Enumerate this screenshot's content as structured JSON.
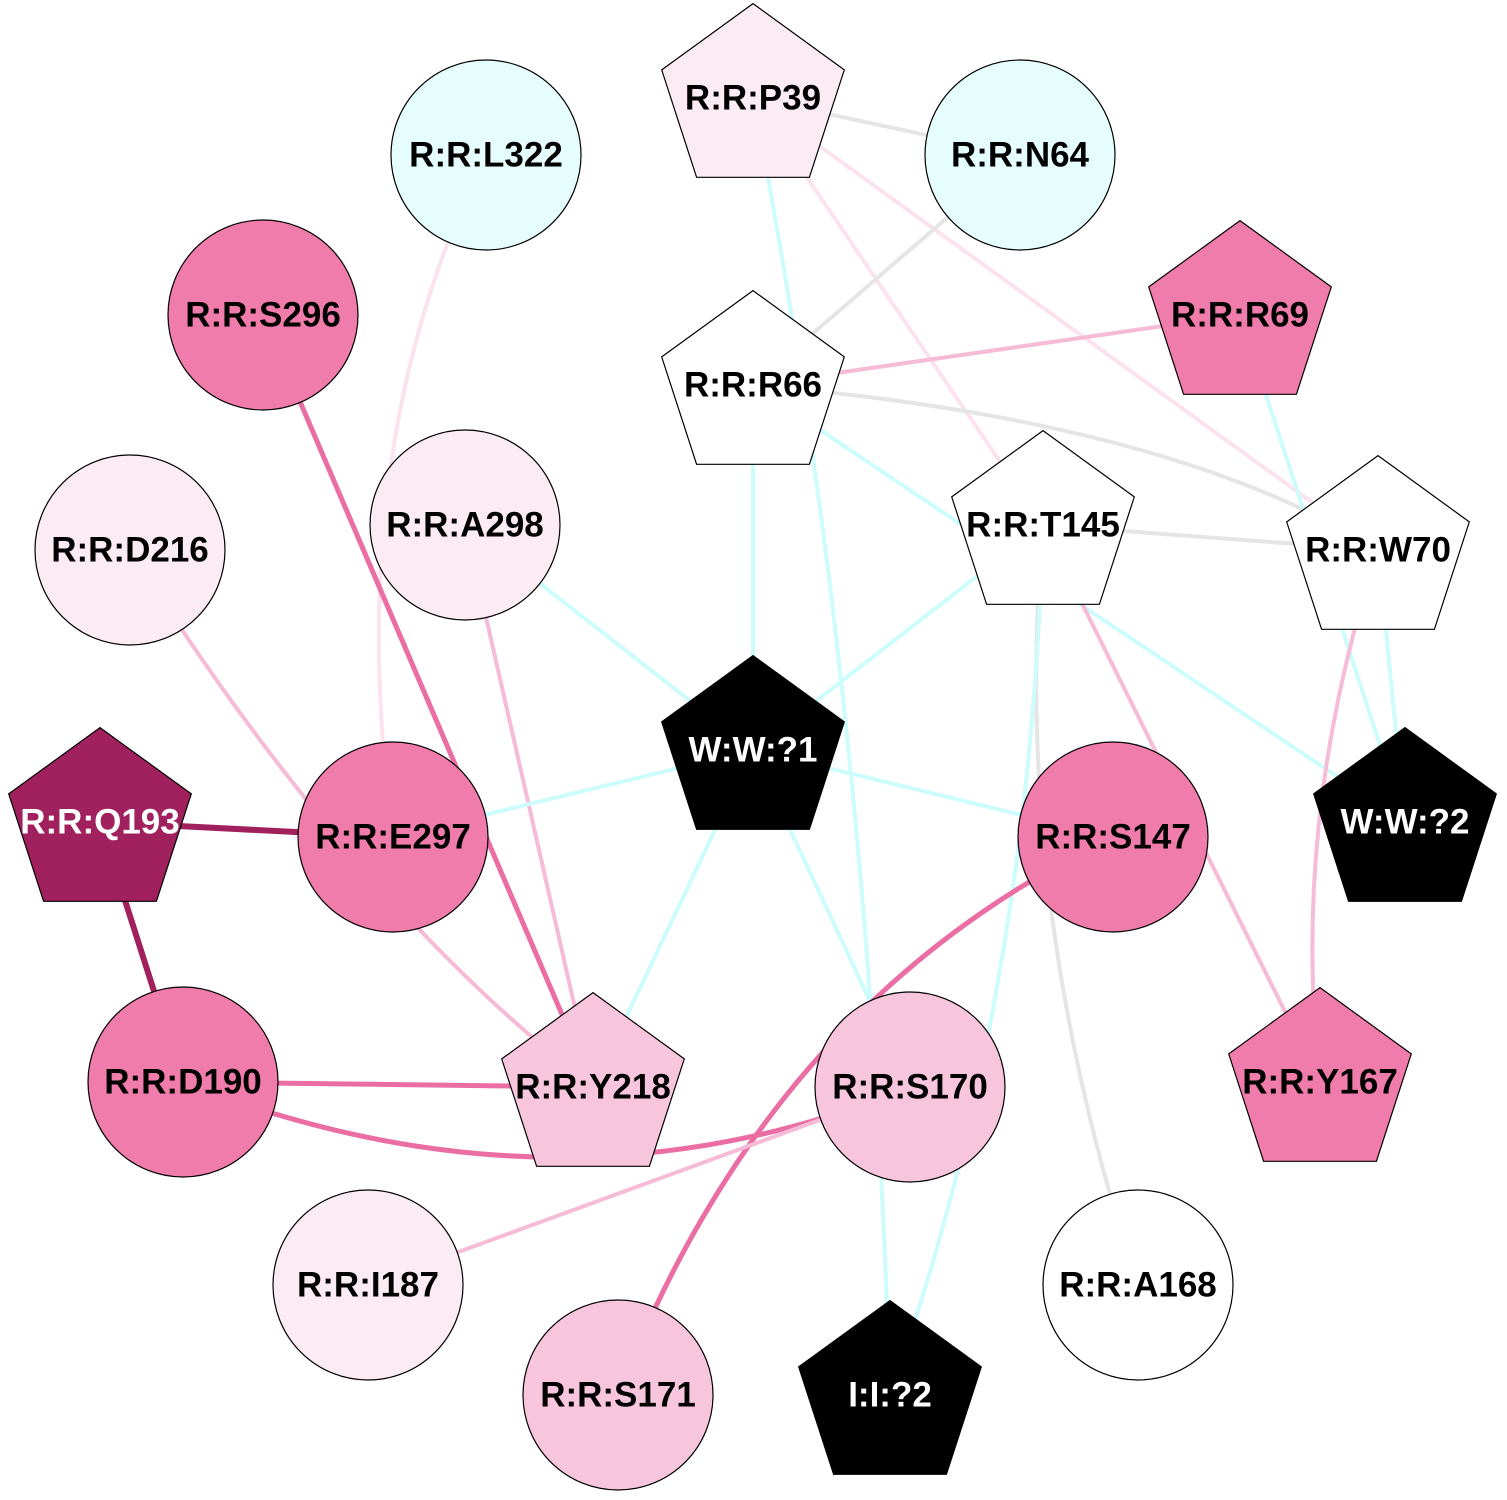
{
  "palette": {
    "white": "#ffffff",
    "cyan_light": "#e6fdfd",
    "pink_pale": "#fbebf3",
    "pink_light": "#f8c6dc",
    "pink_mid": "#f07cab",
    "magenta_dark": "#a0215d",
    "black": "#000000",
    "edge_grey": "#e5e5e5",
    "edge_cyan": "#ccfcfc",
    "edge_pink_pale": "#fbe2ee",
    "edge_pink_light": "#f6bbd6",
    "edge_pink_mid": "#ea6ea4",
    "edge_magenta": "#a0215d"
  },
  "nodes": [
    {
      "id": "P39",
      "label": "R:R:P39",
      "shape": "pentagon",
      "fill": "pink_pale",
      "text": "black"
    },
    {
      "id": "L322",
      "label": "R:R:L322",
      "shape": "circle",
      "fill": "cyan_light",
      "text": "black"
    },
    {
      "id": "N64",
      "label": "R:R:N64",
      "shape": "circle",
      "fill": "cyan_light",
      "text": "black"
    },
    {
      "id": "S296",
      "label": "R:R:S296",
      "shape": "circle",
      "fill": "pink_mid",
      "text": "black"
    },
    {
      "id": "R69",
      "label": "R:R:R69",
      "shape": "pentagon",
      "fill": "pink_mid",
      "text": "black"
    },
    {
      "id": "R66",
      "label": "R:R:R66",
      "shape": "pentagon",
      "fill": "white",
      "text": "black"
    },
    {
      "id": "A298",
      "label": "R:R:A298",
      "shape": "circle",
      "fill": "pink_pale",
      "text": "black"
    },
    {
      "id": "D216",
      "label": "R:R:D216",
      "shape": "circle",
      "fill": "pink_pale",
      "text": "black"
    },
    {
      "id": "T145",
      "label": "R:R:T145",
      "shape": "pentagon",
      "fill": "white",
      "text": "black"
    },
    {
      "id": "W70",
      "label": "R:R:W70",
      "shape": "pentagon",
      "fill": "white",
      "text": "black"
    },
    {
      "id": "W1",
      "label": "W:W:?1",
      "shape": "pentagon",
      "fill": "black",
      "text": "white"
    },
    {
      "id": "Q193",
      "label": "R:R:Q193",
      "shape": "pentagon",
      "fill": "magenta_dark",
      "text": "white"
    },
    {
      "id": "E297",
      "label": "R:R:E297",
      "shape": "circle",
      "fill": "pink_mid",
      "text": "black"
    },
    {
      "id": "S147",
      "label": "R:R:S147",
      "shape": "circle",
      "fill": "pink_mid",
      "text": "black"
    },
    {
      "id": "W2",
      "label": "W:W:?2",
      "shape": "pentagon",
      "fill": "black",
      "text": "white"
    },
    {
      "id": "D190",
      "label": "R:R:D190",
      "shape": "circle",
      "fill": "pink_mid",
      "text": "black"
    },
    {
      "id": "Y218",
      "label": "R:R:Y218",
      "shape": "pentagon",
      "fill": "pink_light",
      "text": "black"
    },
    {
      "id": "S170",
      "label": "R:R:S170",
      "shape": "circle",
      "fill": "pink_light",
      "text": "black"
    },
    {
      "id": "Y167",
      "label": "R:R:Y167",
      "shape": "pentagon",
      "fill": "pink_mid",
      "text": "black"
    },
    {
      "id": "I187",
      "label": "R:R:I187",
      "shape": "circle",
      "fill": "pink_pale",
      "text": "black"
    },
    {
      "id": "S171",
      "label": "R:R:S171",
      "shape": "circle",
      "fill": "pink_light",
      "text": "black"
    },
    {
      "id": "I2",
      "label": "I:I:?2",
      "shape": "pentagon",
      "fill": "black",
      "text": "white"
    },
    {
      "id": "A168",
      "label": "R:R:A168",
      "shape": "circle",
      "fill": "white",
      "text": "black"
    }
  ],
  "edges": [
    {
      "source": "P39",
      "target": "N64",
      "color": "edge_grey",
      "weight": "thin"
    },
    {
      "source": "P39",
      "target": "T145",
      "color": "edge_pink_pale",
      "weight": "thin"
    },
    {
      "source": "P39",
      "target": "W70",
      "color": "edge_pink_pale",
      "weight": "thin"
    },
    {
      "source": "P39",
      "target": "I2",
      "color": "edge_cyan",
      "weight": "thin"
    },
    {
      "source": "N64",
      "target": "R66",
      "color": "edge_grey",
      "weight": "thin"
    },
    {
      "source": "R66",
      "target": "R69",
      "color": "edge_pink_light",
      "weight": "thin"
    },
    {
      "source": "R66",
      "target": "W70",
      "color": "edge_grey",
      "weight": "thin"
    },
    {
      "source": "R66",
      "target": "W1",
      "color": "edge_cyan",
      "weight": "thin"
    },
    {
      "source": "R66",
      "target": "W2",
      "color": "edge_cyan",
      "weight": "thin"
    },
    {
      "source": "R69",
      "target": "W2",
      "color": "edge_cyan",
      "weight": "thin"
    },
    {
      "source": "T145",
      "target": "W70",
      "color": "edge_grey",
      "weight": "thin"
    },
    {
      "source": "T145",
      "target": "W1",
      "color": "edge_cyan",
      "weight": "thin"
    },
    {
      "source": "T145",
      "target": "Y167",
      "color": "edge_pink_light",
      "weight": "thin"
    },
    {
      "source": "T145",
      "target": "A168",
      "color": "edge_grey",
      "weight": "thin"
    },
    {
      "source": "T145",
      "target": "I2",
      "color": "edge_cyan",
      "weight": "thin"
    },
    {
      "source": "W70",
      "target": "W2",
      "color": "edge_cyan",
      "weight": "thin"
    },
    {
      "source": "W70",
      "target": "Y167",
      "color": "edge_pink_light",
      "weight": "thin"
    },
    {
      "source": "L322",
      "target": "E297",
      "color": "edge_pink_pale",
      "weight": "thin"
    },
    {
      "source": "S296",
      "target": "Y218",
      "color": "edge_pink_mid",
      "weight": "medium"
    },
    {
      "source": "A298",
      "target": "W1",
      "color": "edge_cyan",
      "weight": "thin"
    },
    {
      "source": "A298",
      "target": "Y218",
      "color": "edge_pink_light",
      "weight": "thin"
    },
    {
      "source": "D216",
      "target": "Y218",
      "color": "edge_pink_light",
      "weight": "thin"
    },
    {
      "source": "W1",
      "target": "E297",
      "color": "edge_cyan",
      "weight": "thin"
    },
    {
      "source": "W1",
      "target": "S147",
      "color": "edge_cyan",
      "weight": "thin"
    },
    {
      "source": "W1",
      "target": "Y218",
      "color": "edge_cyan",
      "weight": "thin"
    },
    {
      "source": "W1",
      "target": "S170",
      "color": "edge_cyan",
      "weight": "thin"
    },
    {
      "source": "Q193",
      "target": "E297",
      "color": "edge_magenta",
      "weight": "thick"
    },
    {
      "source": "Q193",
      "target": "D190",
      "color": "edge_magenta",
      "weight": "thick"
    },
    {
      "source": "D190",
      "target": "Y218",
      "color": "edge_pink_mid",
      "weight": "medium"
    },
    {
      "source": "D190",
      "target": "S170",
      "color": "edge_pink_mid",
      "weight": "medium"
    },
    {
      "source": "S147",
      "target": "S171",
      "color": "edge_pink_mid",
      "weight": "medium"
    },
    {
      "source": "S170",
      "target": "I187",
      "color": "edge_pink_light",
      "weight": "thin"
    }
  ]
}
